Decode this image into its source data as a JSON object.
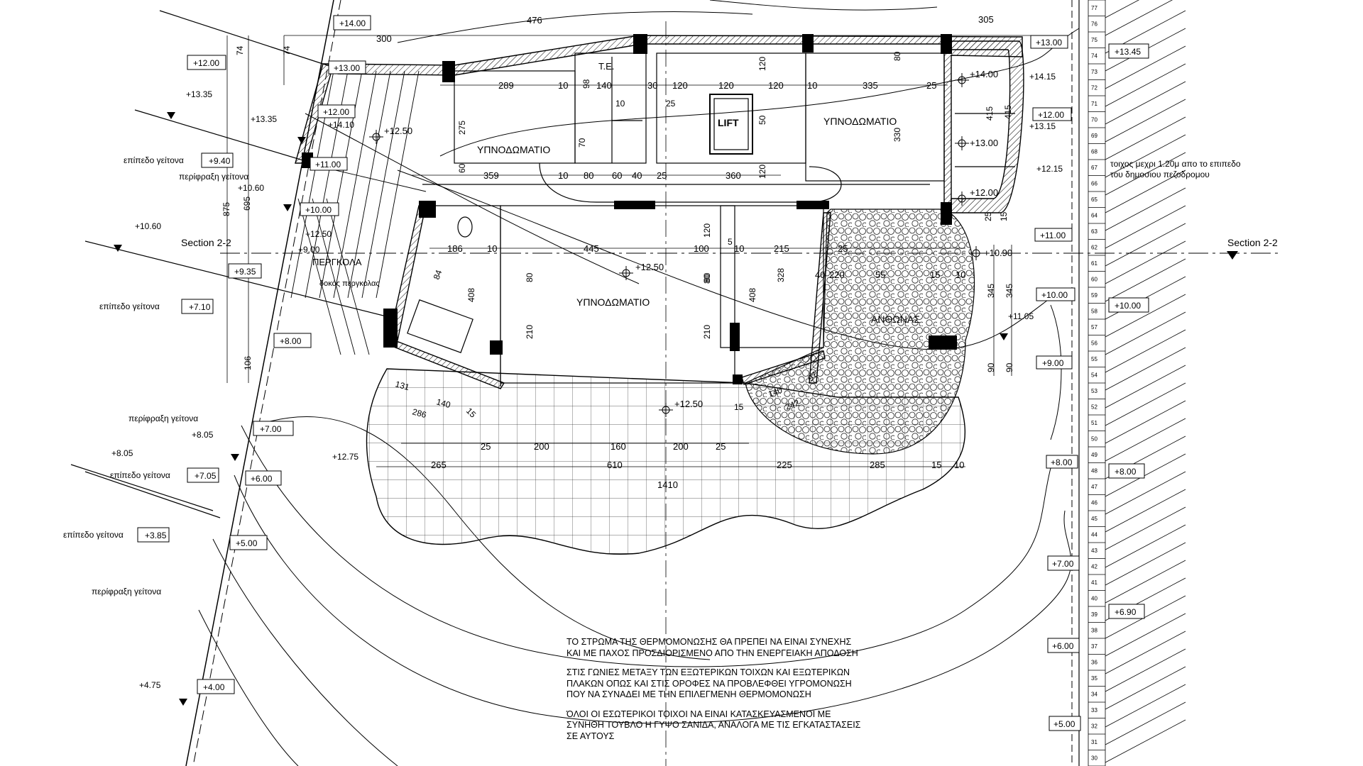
{
  "rooms": {
    "bedroom_left": "ΥΠΝΟΔΩΜΑΤΙΟ",
    "bedroom_right": "ΥΠΝΟΔΩΜΑΤΙΟ",
    "bedroom_center": "ΥΠΝΟΔΩΜΑΤΙΟ",
    "wc": "Τ.Ε.",
    "lift": "LIFT",
    "pergola": "ΠΕΡΓΚΟΛΑ",
    "pergola_beam": "δοκός περγκολας",
    "planter": "ΑΝΘΩΝΑΣ"
  },
  "sections": {
    "left": "Section 2-2",
    "right": "Section 2-2"
  },
  "neighbor_levels": [
    {
      "text": "επίπεδο γείτονα",
      "value": "+9.40"
    },
    {
      "text": "επίπεδο γείτονα",
      "value": "+7.10"
    },
    {
      "text": "επίπεδο γείτονα",
      "value": "+7.05"
    },
    {
      "text": "επίπεδο γείτονα",
      "value": "+3.85"
    }
  ],
  "neighbor_fences": [
    "περίφραξη γείτονα",
    "περίφραξη γείτονα",
    "περίφραξη γείτονα"
  ],
  "levels_boxed": [
    "+14.00",
    "+12.00",
    "+13.00",
    "+12.00",
    "+11.00",
    "+10.00",
    "+9.35",
    "+8.00",
    "+7.00",
    "+6.00",
    "+5.00",
    "+4.00",
    "+13.00",
    "+13.45",
    "+12.00",
    "+11.00",
    "+10.00",
    "+10.00",
    "+9.00",
    "+8.00",
    "+8.00",
    "+7.00",
    "+6.90",
    "+6.00",
    "+5.00"
  ],
  "levels_plain": [
    "+13.35",
    "+13.35",
    "+14.10",
    "+10.60",
    "+10.60",
    "+12.50",
    "+9.00",
    "+8.05",
    "+8.05",
    "+12.75",
    "+4.75",
    "+14.15",
    "+13.15",
    "+12.15",
    "+11.05"
  ],
  "spot_levels": [
    "+12.50",
    "+14.00",
    "+13.00",
    "+12.00",
    "+10.90",
    "+12.50",
    "+12.50"
  ],
  "dims": {
    "top": [
      "476",
      "300",
      "305",
      "74",
      "74"
    ],
    "row1": [
      "289",
      "10",
      "98",
      "140",
      "10",
      "30",
      "120",
      "120",
      "120",
      "10",
      "335",
      "25",
      "25"
    ],
    "vert": [
      "275",
      "60",
      "875",
      "695",
      "70",
      "120",
      "50",
      "120",
      "330",
      "80",
      "415",
      "415",
      "120",
      "80",
      "408",
      "408",
      "345",
      "345",
      "90",
      "90",
      "106",
      "25",
      "15"
    ],
    "row2": [
      "359",
      "10",
      "80",
      "60",
      "40",
      "25",
      "360"
    ],
    "row3": [
      "186",
      "10",
      "445",
      "100",
      "10",
      "215",
      "25",
      "220",
      "55",
      "15",
      "10",
      "40",
      "5"
    ],
    "mid": [
      "80",
      "210",
      "80",
      "210",
      "328",
      "84"
    ],
    "lower": [
      "131",
      "140",
      "286",
      "15",
      "97",
      "140",
      "242",
      "15"
    ],
    "bottom1": [
      "25",
      "200",
      "160",
      "200",
      "25"
    ],
    "bottom2": [
      "265",
      "610",
      "225",
      "285",
      "15",
      "10"
    ],
    "total": "1410"
  },
  "wall_note": [
    "τοιχος μεχρι 1.20μ απο το επιπεδο",
    "του δημοσιου πεζοδρομου"
  ],
  "notes": [
    "ΤΟ ΣΤΡΩΜΑ ΤΗΣ ΘΕΡΜΟΜΟΝΩΣΗΣ ΘΑ ΠΡΕΠΕΙ ΝΑ ΕΙΝΑΙ ΣΥΝΕΧΗΣ ΚΑΙ ΜΕ ΠΑΧΟΣ ΠΡΟΣΔΙΟΡΙΣΜΕΝΟ ΑΠΟ ΤΗΝ ΕΝΕΡΓΕΙΑΚΗ ΑΠΟΔΟΣΗ",
    "ΣΤΙΣ ΓΩΝΙΕΣ ΜΕΤΑΞΥ ΤΩΝ ΕΞΩΤΕΡΙΚΩΝ ΤΟΙΧΩΝ ΚΑΙ ΕΞΩΤΕΡΙΚΩΝ ΠΛΑΚΩΝ ΟΠΩΣ ΚΑΙ ΣΤΙΣ ΟΡΟΦΕΣ ΝΑ ΠΡΟΒΛΕΦΘΕΙ ΥΓΡΟΜΟΝΩΣΗ ΠΟΥ ΝΑ ΣΥΝΑΔΕΙ ΜΕ ΤΗΝ ΕΠΙΛΕΓΜΕΝΗ ΘΕΡΜΟΜΟΝΩΣΗ",
    "ΌΛΟΙ ΟΙ ΕΣΩΤΕΡΙΚΟΙ ΤΟΙΧΟΙ ΝΑ ΕΙΝΑΙ ΚΑΤΑΣΚΕΥΑΣΜΕΝΟΙ ΜΕ ΣΥΝΗΘΗ ΤΟΥΒΛΟ Η ΓΥΨΟ ΣΑΝΙΔΑ, ΑΝΑΛΟΓΑ ΜΕ ΤΙΣ ΕΓΚΑΤΑΣΤΑΣΕΙΣ ΣΕ ΑΥΤΟΥΣ"
  ],
  "stair_numbers": [
    "77",
    "76",
    "75",
    "74",
    "73",
    "72",
    "71",
    "70",
    "69",
    "68",
    "67",
    "66",
    "65",
    "64",
    "63",
    "62",
    "61",
    "60",
    "59",
    "58",
    "57",
    "56",
    "55",
    "54",
    "53",
    "52",
    "51",
    "50",
    "49",
    "48",
    "47",
    "46",
    "45",
    "44",
    "43",
    "42",
    "41",
    "40",
    "39",
    "38",
    "37",
    "36",
    "35",
    "34",
    "33",
    "32",
    "31",
    "30"
  ]
}
